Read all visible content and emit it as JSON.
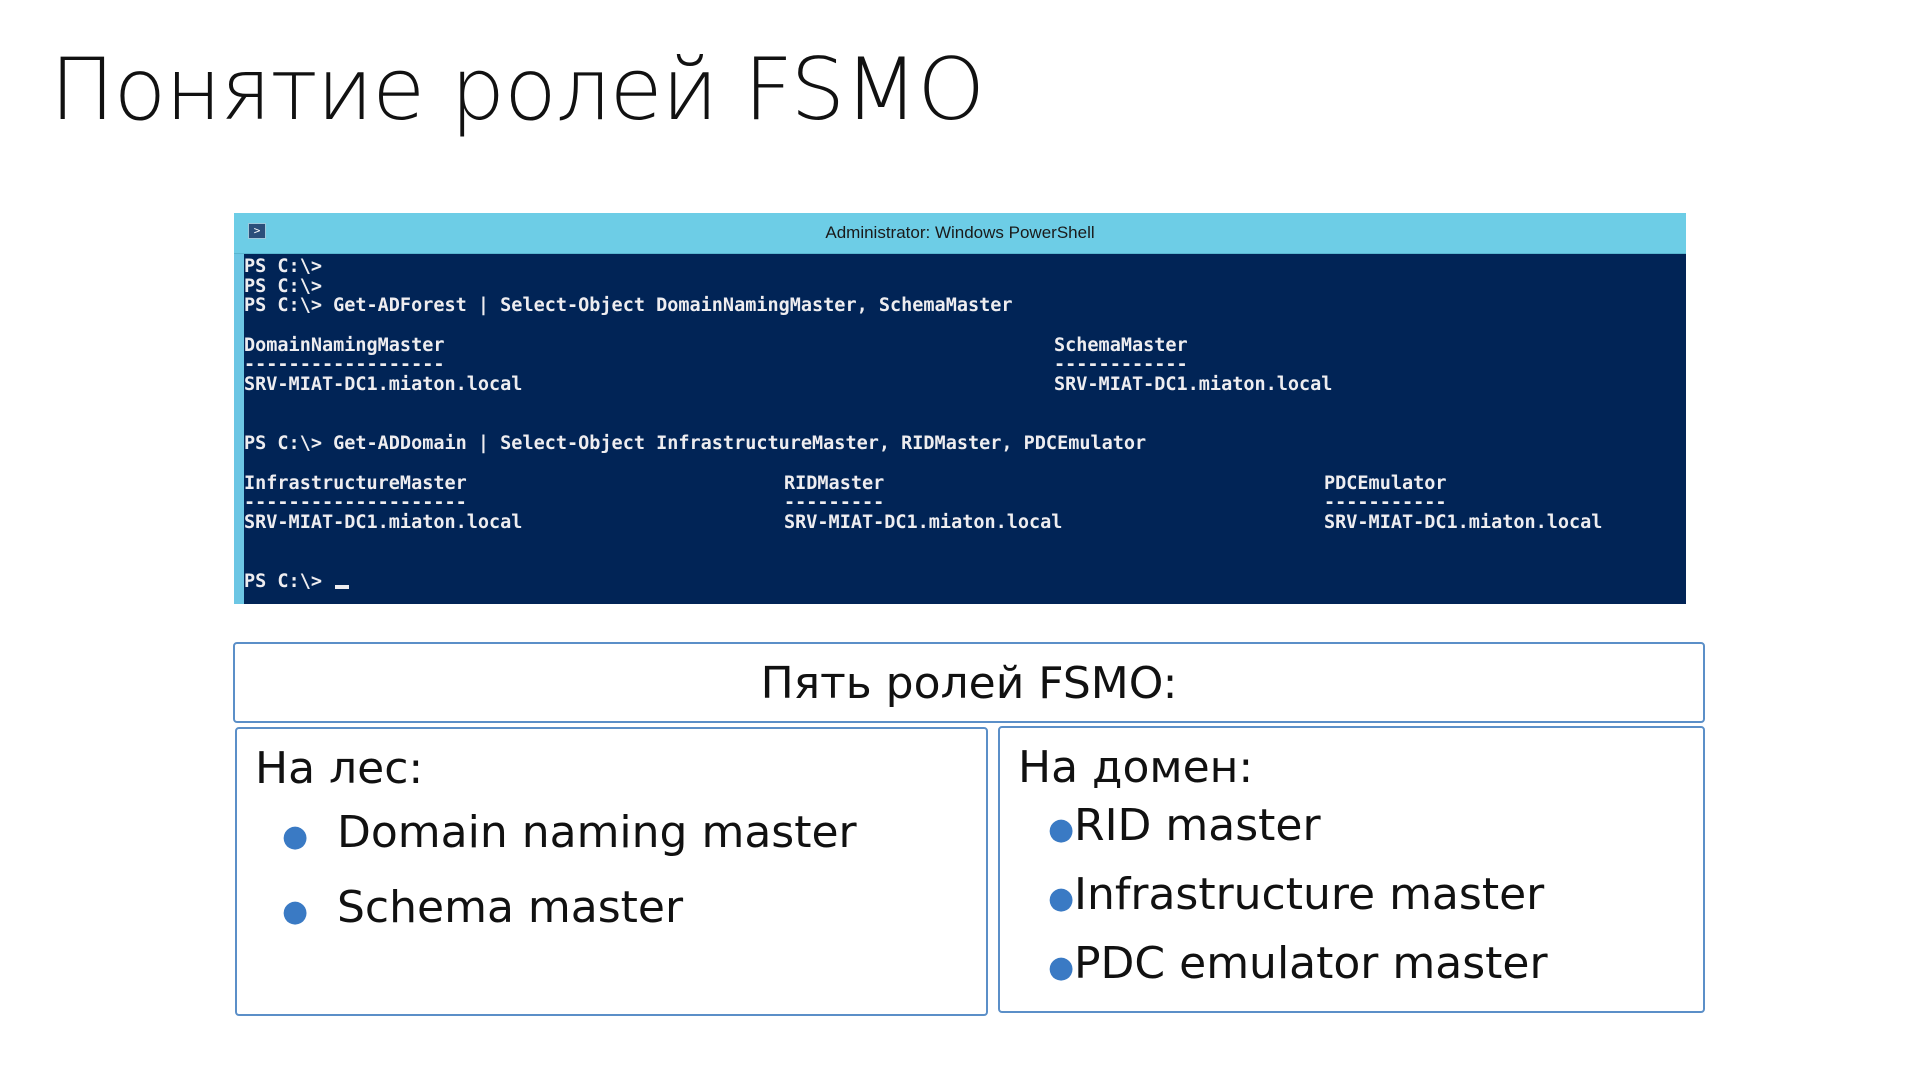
{
  "slide": {
    "title": "Понятие ролей FSMO"
  },
  "powershell": {
    "window_title": "Administrator: Windows PowerShell",
    "lines": [
      "PS C:\\>",
      "PS C:\\>",
      "PS C:\\> Get-ADForest | Select-Object DomainNamingMaster, SchemaMaster",
      "",
      "",
      "",
      "",
      "",
      "PS C:\\> Get-ADDomain | Select-Object InfrastructureMaster, RIDMaster, PDCEmulator",
      "",
      "",
      "",
      "",
      "",
      "",
      "PS C:\\>"
    ],
    "forest_table": {
      "headers": [
        "DomainNamingMaster",
        "SchemaMaster"
      ],
      "separators": [
        "------------------",
        "------------"
      ],
      "values": [
        "SRV-MIAT-DC1.miaton.local",
        "SRV-MIAT-DC1.miaton.local"
      ]
    },
    "domain_table": {
      "headers": [
        "InfrastructureMaster",
        "RIDMaster",
        "PDCEmulator"
      ],
      "separators": [
        "--------------------",
        "---------",
        "-----------"
      ],
      "values": [
        "SRV-MIAT-DC1.miaton.local",
        "SRV-MIAT-DC1.miaton.local",
        "SRV-MIAT-DC1.miaton.local"
      ]
    }
  },
  "diagram": {
    "header": "Пять ролей FSMO:",
    "forest": {
      "heading": "На лес:",
      "items": [
        "Domain naming master",
        "Schema master"
      ]
    },
    "domain": {
      "heading": "На домен:",
      "items": [
        "RID master",
        "Infrastructure master",
        "PDC emulator master"
      ]
    }
  }
}
